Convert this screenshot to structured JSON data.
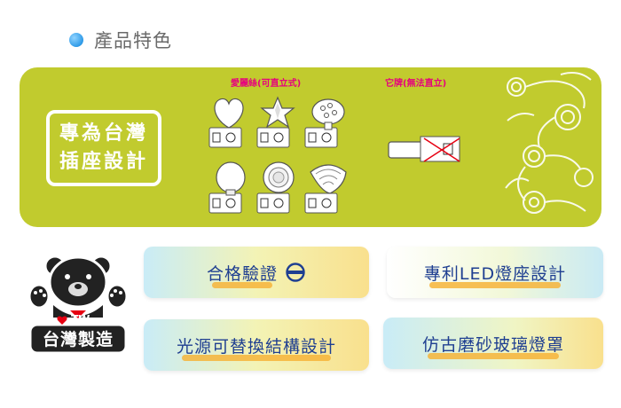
{
  "section": {
    "title": "產品特色",
    "dot_color": "#2f9be8"
  },
  "banner": {
    "background": "#c1cb2e",
    "badge_lines": [
      "專為台灣",
      "插座設計"
    ],
    "label_standing": "愛麗絲(可直立式)",
    "label_other": "它牌(無法直立)",
    "device_shapes": [
      "heart",
      "star",
      "mushroom",
      "bulb",
      "ring",
      "shell"
    ],
    "label_color": "#e6007e"
  },
  "logo": {
    "small_text": "TW",
    "main_text": "台灣製造"
  },
  "features": [
    {
      "label": "合格驗證",
      "icon": "bsmi-cert-icon"
    },
    {
      "label": "專利LED燈座設計"
    },
    {
      "label": "光源可替換結構設計"
    },
    {
      "label": "仿古磨砂玻璃燈罩"
    }
  ],
  "colors": {
    "text_blue": "#1f3f91",
    "accent_orange": "#f6b43a"
  }
}
